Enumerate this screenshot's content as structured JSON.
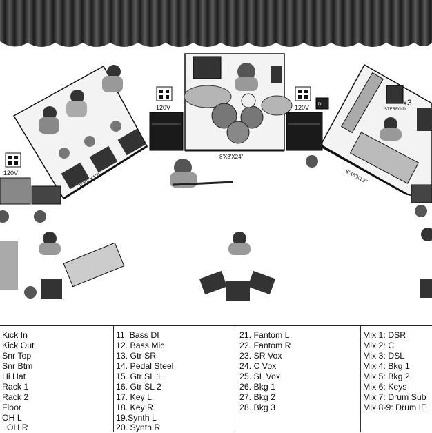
{
  "stage": {
    "power_label": "120V",
    "riser_left_label": "8'X8'X12\"",
    "riser_center_label": "8'X8'X24\"",
    "riser_right_label": "8'X8'X12\"",
    "stereo_di_label": "STEREO DI",
    "stereo_di_count": "x3",
    "di_label": "DI"
  },
  "input_list": {
    "col1": [
      "Kick In",
      "Kick Out",
      "Snr Top",
      "Snr Btm",
      "Hi Hat",
      "Rack 1",
      "Rack 2",
      "Floor",
      "OH L",
      ". OH R"
    ],
    "col2": [
      "11. Bass DI",
      "12. Bass Mic",
      "13. Gtr SR",
      "14. Pedal Steel",
      "15. Gtr SL 1",
      "16. Gtr SL 2",
      "17. Key L",
      "18. Key R",
      "19.Synth L",
      "20. Synth R"
    ],
    "col3": [
      "21. Fantom L",
      "22. Fantom R",
      "23. SR Vox",
      "24. C Vox",
      "25. SL Vox",
      "26. Bkg 1",
      "27. Bkg 2",
      "28. Bkg 3"
    ],
    "col4": [
      "Mix 1: DSR",
      "Mix 2: C",
      "Mix 3: DSL",
      "Mix 4: Bkg 1",
      "Mix 5: Bkg 2",
      "Mix 6: Keys",
      "Mix 7: Drum Sub",
      "Mix 8-9: Drum IE"
    ]
  }
}
